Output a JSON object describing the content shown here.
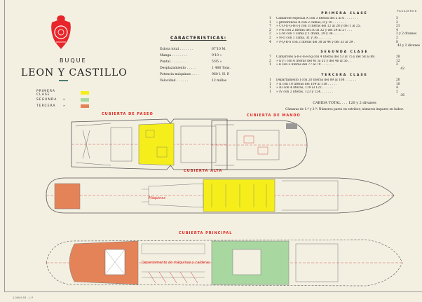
{
  "header": {
    "subtitle": "BUQUE",
    "ship_name": "LEON Y CASTILLO"
  },
  "legend": [
    {
      "label": "PRIMERA CLASE",
      "ditto": "",
      "color": "#f5ee1a"
    },
    {
      "label": "SEGUNDA",
      "ditto": "»",
      "color": "#a8d7a0"
    },
    {
      "label": "TERCERA",
      "ditto": "»",
      "color": "#e58358"
    }
  ],
  "characteristics": {
    "title": "CARACTERISTICAS:",
    "rows": [
      {
        "key": "Eslora total . . . . . . .",
        "value": "67'10 M."
      },
      {
        "key": "Manga . . . . . . . .",
        "value": "9'10 »"
      },
      {
        "key": "Puntal . . . . . . . .",
        "value": "5'85 »"
      },
      {
        "key": "Desplazamiento . . . . .",
        "value": "1 488 Tons."
      },
      {
        "key": "Potencia máquinas . . . .",
        "value": "960 I. H. P."
      },
      {
        "key": "Velocidad . . . . . .",
        "value": "12 millas"
      }
    ]
  },
  "accommodation": {
    "passengers_header": "PASAJEROS",
    "primera": {
      "title": "PRIMERA CLASE",
      "rows": [
        {
          "n": "1",
          "text": "Camarote especial A con 3 literas del 2 al 6 . . . . . . .",
          "value": "3"
        },
        {
          "n": "1",
          "text": "» preferencia B con 2 camas, 8 y 10 . . . . . . .",
          "value": "2"
        },
        {
          "n": "7",
          "text": "» C-D-E-G-H-I-J con 3 literas del 12 al 28 y del 1 al 25.",
          "value": "21"
        },
        {
          "n": "2",
          "text": "» F-K con 2 literas del 30 al 32 y del 29 al 27 . . .",
          "value": "4"
        },
        {
          "n": "2",
          "text": "» L-M con 1 cama y 1 diván, 29 y 34. . . . . .",
          "value": "2 y 2 divanes"
        },
        {
          "n": "2",
          "text": "» N-O con 1 cama, 31 y 36 . . . . . . .",
          "value": "2"
        },
        {
          "n": "4",
          "text": "» P-Q-R-S con 2 literas del 38 al 44 y del 33 al 39 .",
          "value": "8"
        }
      ],
      "total": "42 y 2 divanes"
    },
    "segunda": {
      "title": "SEGUNDA CLASE",
      "rows": [
        {
          "n": "7",
          "text": "Camarotes a-b-c-d-e-f-g con 4 literas del 53 al 75 y del 58 al 88.",
          "value": "28"
        },
        {
          "n": "2",
          "text": "» h y i con 6 literas del 41 al 51 y del 46 al 56 . .",
          "value": "12"
        },
        {
          "n": "1",
          "text": "» k con 2 literas del 77 al 79 . . . . . . .",
          "value": "2"
        }
      ],
      "total": "42"
    },
    "tercera": {
      "title": "TERCERA CLASE",
      "rows": [
        {
          "n": "1",
          "text": "Departamento I con 20 literas del 89 al 108 . . . . . .",
          "value": "20"
        },
        {
          "n": "1",
          "text": "» II con 10 literas del 109 al 118 . . . . .",
          "value": "10"
        },
        {
          "n": "1",
          "text": "» III con 4 literas, 119 al 122 . . . . . .",
          "value": "4"
        },
        {
          "n": "1",
          "text": "» IV con 2 literas, 123 y 124. . . . . . .",
          "value": "2"
        }
      ],
      "total": "36"
    },
    "cabida_total": "CABIDA TOTAL . . . 120 y 2 divanes",
    "note": "Cámaras de 1.ª y 2.ª: Números pares en estribor; números impares en babor."
  },
  "decks": {
    "paseo": "CUBIERTA DE PASEO",
    "mando": "CUBIERTA DE MANDO",
    "alta": "CUBIERTA ALTA",
    "principal": "CUBIERTA PRINCIPAL",
    "machinery_label": "Departamento de máquinas y calderas",
    "maquinas_label": "Máquinas"
  },
  "print_code": "1.000-9-53 - L. P."
}
